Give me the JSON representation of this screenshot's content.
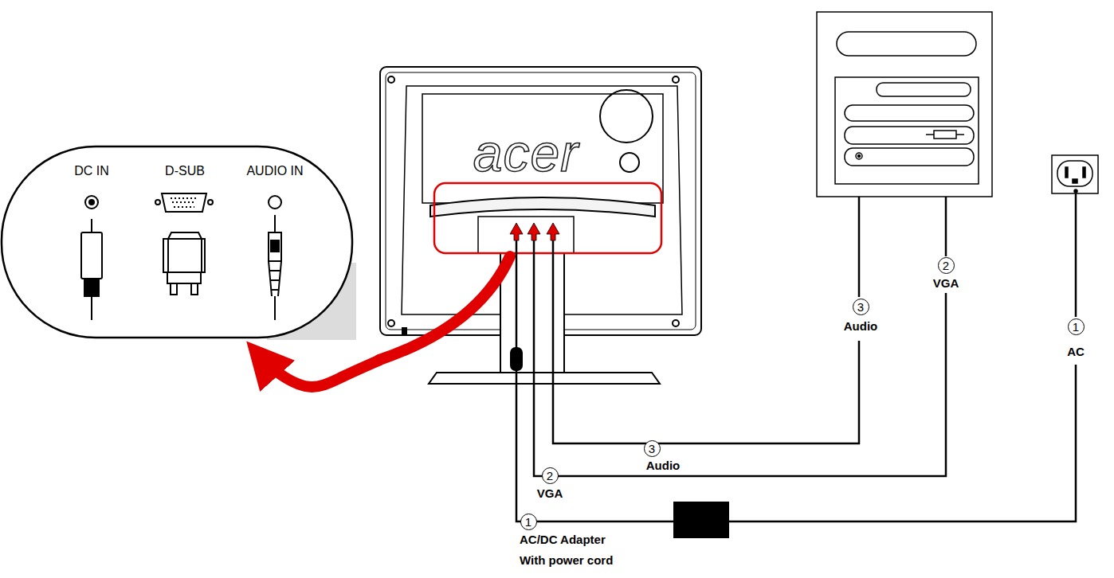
{
  "diagram": {
    "nodes": [
      {
        "text": [
          "DC IN",
          "D-SUB",
          "AUDIO IN"
        ]
      },
      {
        "text": [
          "acer"
        ]
      }
    ],
    "edges": [
      {
        "from": 1,
        "to": 0,
        "arrow": "to"
      }
    ],
    "labels": [
      "3",
      "Audio",
      "2",
      "VGA",
      "1",
      "AC",
      "3",
      "Audio",
      "2",
      "VGA",
      "1",
      "AC/DC Adapter",
      "With power cord"
    ]
  }
}
